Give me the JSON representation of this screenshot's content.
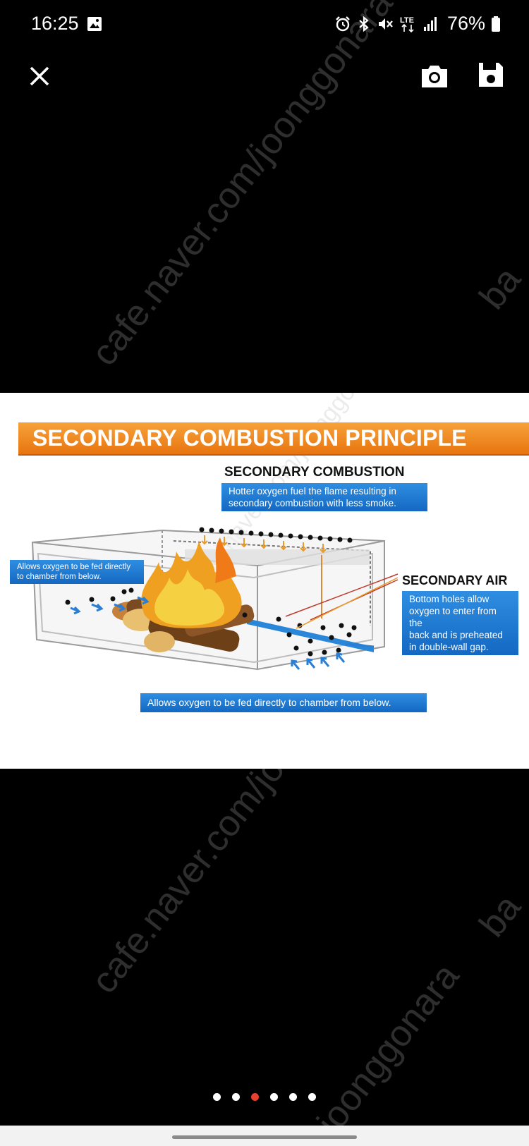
{
  "status_bar": {
    "time": "16:25",
    "network": "LTE",
    "battery_percent": "76%",
    "icons": [
      "gallery-icon",
      "alarm-icon",
      "bluetooth-icon",
      "mute-icon",
      "lte-icon",
      "signal-icon",
      "battery-icon"
    ]
  },
  "toolbar": {
    "icons": [
      "close-icon",
      "camera-icon",
      "save-icon"
    ]
  },
  "watermark": {
    "text": "cafe.naver.com/joonggonara",
    "partial_text": "ba",
    "partial_text_2": "joonggonara"
  },
  "photo": {
    "banner": "SECONDARY COMBUSTION PRINCIPLE",
    "secondary_combustion_title": "SECONDARY COMBUSTION",
    "secondary_combustion_note_line1": "Hotter oxygen fuel the flame resulting in",
    "secondary_combustion_note_line2": "secondary combustion with less smoke.",
    "left_note_line1": "Allows oxygen to be fed directly",
    "left_note_line2": "to chamber from below.",
    "secondary_air_title": "SECONDARY AIR",
    "secondary_air_note_line1": "Bottom holes allow",
    "secondary_air_note_line2": "oxygen to enter from the",
    "secondary_air_note_line3": "back and is preheated",
    "secondary_air_note_line4": "in double-wall gap.",
    "bottom_note": "Allows oxygen to be fed directly  to chamber from below."
  },
  "pager": {
    "count": 6,
    "active_index": 2
  },
  "colors": {
    "banner_orange": "#e8740f",
    "note_blue": "#1d78d2",
    "active_dot": "#e8402c"
  }
}
